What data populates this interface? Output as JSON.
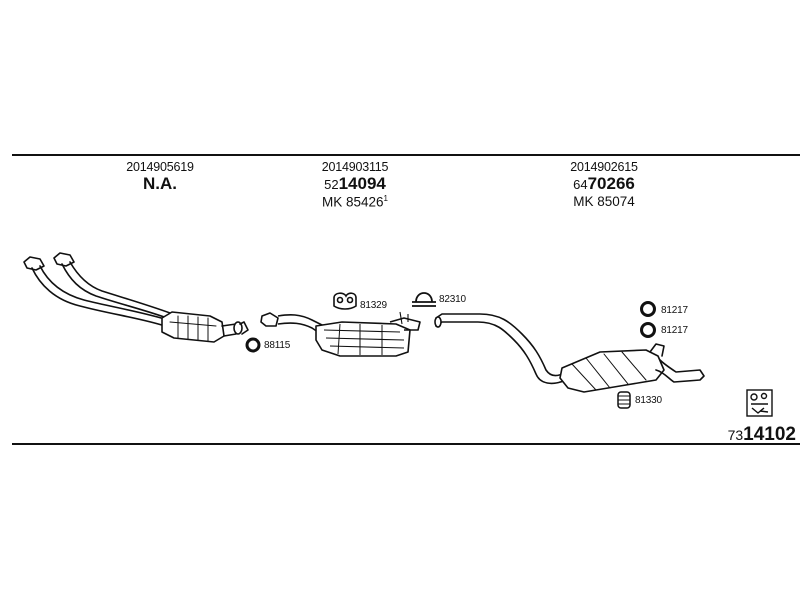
{
  "sections": [
    {
      "part_number": "2014905619",
      "label": "N.A."
    },
    {
      "part_number": "2014903115",
      "oem_prefix": "52",
      "oem_main": "14094",
      "mk": "MK 85426",
      "mk_sup": "1"
    },
    {
      "part_number": "2014902615",
      "oem_prefix": "64",
      "oem_main": "70266",
      "mk": "MK 85074"
    }
  ],
  "clamps": [
    {
      "code": "88115"
    },
    {
      "code": "81329"
    },
    {
      "code": "82310"
    },
    {
      "code": "81217"
    },
    {
      "code": "81217"
    },
    {
      "code": "81330"
    }
  ],
  "footer": {
    "prefix": "73",
    "main": "14102"
  },
  "icons": {
    "downpipe": "front-pipe-catalyst-icon",
    "middle": "middle-silencer-icon",
    "rear": "rear-silencer-icon",
    "kit": "mounting-kit-icon"
  }
}
